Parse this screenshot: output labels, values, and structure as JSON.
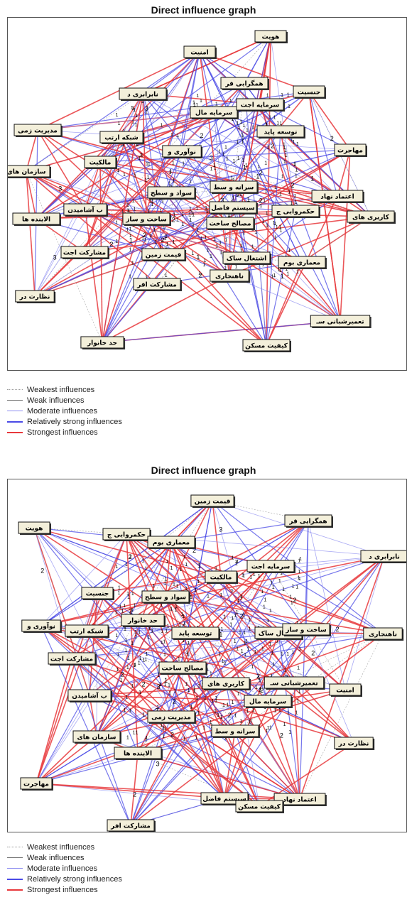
{
  "graphs": [
    {
      "title": "Direct influence graph",
      "nodes": [
        {
          "label": "هویت"
        },
        {
          "label": "امنیت"
        },
        {
          "label": "همگرایی قر"
        },
        {
          "label": "نابرابری د"
        },
        {
          "label": "سرمایه مال"
        },
        {
          "label": "سرمایه اجت"
        },
        {
          "label": "جنسیت"
        },
        {
          "label": "مدیریت زمی"
        },
        {
          "label": "شبکه ارتب"
        },
        {
          "label": "توسعه پاید"
        },
        {
          "label": "مهاجرت"
        },
        {
          "label": "سازمان های"
        },
        {
          "label": "مالکیت"
        },
        {
          "label": "نوآوری و"
        },
        {
          "label": "سرانه و سط"
        },
        {
          "label": "اعتماد نهاد"
        },
        {
          "label": "سیستم فاضل"
        },
        {
          "label": "سواد و سطح"
        },
        {
          "label": "کاربری های"
        },
        {
          "label": "الاینده ها"
        },
        {
          "label": "ب آشامیدن"
        },
        {
          "label": "ساخت و ساز"
        },
        {
          "label": "مصالح ساخت"
        },
        {
          "label": "حکمروایی ج"
        },
        {
          "label": "مشارکت اجت"
        },
        {
          "label": "قیمت زمین"
        },
        {
          "label": "اشتغال ساک"
        },
        {
          "label": "معماری بوم"
        },
        {
          "label": "ناهنجاری"
        },
        {
          "label": "مشارکت افر"
        },
        {
          "label": "نظارت در"
        },
        {
          "label": "تعمیرشبانی سـ"
        },
        {
          "label": "حد خانوار"
        },
        {
          "label": "کیفیت مسکن"
        }
      ],
      "edge_labels": [
        "2",
        "2",
        "3",
        "2",
        "1",
        "2",
        "1",
        "3",
        "2",
        "1",
        "2",
        "1",
        "3",
        "2",
        "2",
        "2",
        "3",
        "3",
        "1",
        "2",
        "1",
        "2",
        "2",
        "2",
        "1",
        "3",
        "1",
        "2",
        "2",
        "2"
      ]
    },
    {
      "title": "Direct influence graph",
      "nodes": [
        {
          "label": "قیمت زمین"
        },
        {
          "label": "هویت"
        },
        {
          "label": "همگرایی قر"
        },
        {
          "label": "حکمروایی ج"
        },
        {
          "label": "معماری بوم"
        },
        {
          "label": "نابرابری د"
        },
        {
          "label": "سرمایه اجت"
        },
        {
          "label": "مالکیت"
        },
        {
          "label": "جنسیت"
        },
        {
          "label": "سواد و سطح"
        },
        {
          "label": "نوآوری و"
        },
        {
          "label": "ناهنجاری"
        },
        {
          "label": "حد خانوار"
        },
        {
          "label": "شبکه ارتب"
        },
        {
          "label": "توسعه پاید"
        },
        {
          "label": "اشتغال ساک"
        },
        {
          "label": "ساخت و ساز"
        },
        {
          "label": "مشارکت اجت"
        },
        {
          "label": "مصالح ساخت"
        },
        {
          "label": "تعمیرشبانی سـ"
        },
        {
          "label": "امنیت"
        },
        {
          "label": "ب آشامیدن"
        },
        {
          "label": "کاربری های"
        },
        {
          "label": "سرمایه مال"
        },
        {
          "label": "مدیریت زمی"
        },
        {
          "label": "سرانه و سط"
        },
        {
          "label": "نظارت در"
        },
        {
          "label": "سازمان های"
        },
        {
          "label": "الاینده ها"
        },
        {
          "label": "مهاجرت"
        },
        {
          "label": "اعتماد نهاد"
        },
        {
          "label": "سیستم فاضل"
        },
        {
          "label": "کیفیت مسکن"
        },
        {
          "label": "مشارکت افر"
        }
      ],
      "edge_labels": [
        "2",
        "2",
        "2",
        "2",
        "2",
        "3",
        "2",
        "1",
        "2",
        "2",
        "2",
        "1",
        "2",
        "3",
        "2",
        "2",
        "1",
        "2",
        "1",
        "2",
        "2",
        "2",
        "3",
        "1",
        "2",
        "2",
        "1",
        "2",
        "2",
        "2"
      ]
    }
  ],
  "legend": [
    {
      "label": "Weakest influences",
      "color": "#9a9a9a",
      "style": "dotted"
    },
    {
      "label": "Weak influences",
      "color": "#707070",
      "style": "solid"
    },
    {
      "label": "Moderate influences",
      "color": "#8c8cf0",
      "style": "solid"
    },
    {
      "label": "Relatively strong influences",
      "color": "#4a4ae6",
      "style": "solid"
    },
    {
      "label": "Strongest influences",
      "color": "#e8383c",
      "style": "solid"
    }
  ]
}
